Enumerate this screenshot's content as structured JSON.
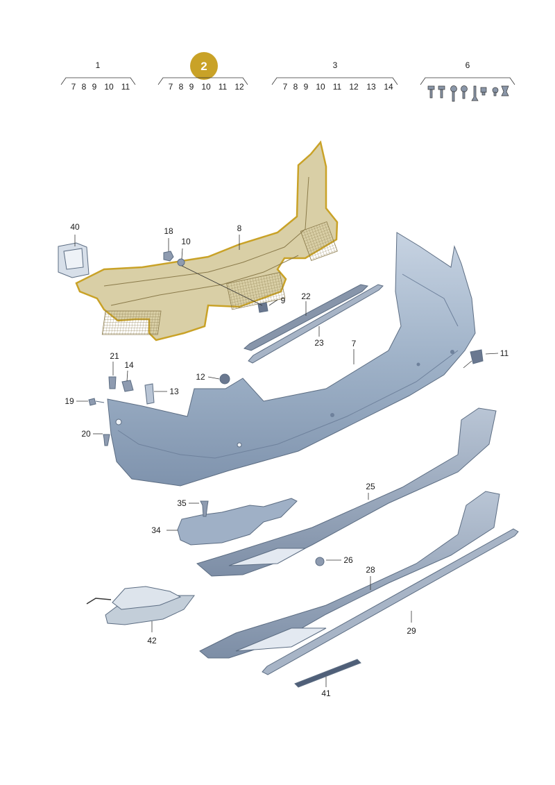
{
  "highlight_color": "#c9a227",
  "group_headers": [
    {
      "label": "1",
      "items": [
        "7",
        "8",
        "9",
        "10",
        "11"
      ]
    },
    {
      "label": "2",
      "items": [
        "7",
        "8",
        "9",
        "10",
        "11",
        "12"
      ],
      "highlighted": true
    },
    {
      "label": "3",
      "items": [
        "7",
        "8",
        "9",
        "10",
        "11",
        "12",
        "13",
        "14"
      ]
    },
    {
      "label": "6",
      "items": [],
      "icon": "screw-set-icon"
    }
  ],
  "callouts": {
    "c7": "7",
    "c8": "8",
    "c9": "9",
    "c10": "10",
    "c11": "11",
    "c12": "12",
    "c13": "13",
    "c14": "14",
    "c18": "18",
    "c19": "19",
    "c20": "20",
    "c21": "21",
    "c22": "22",
    "c23": "23",
    "c25": "25",
    "c26": "26",
    "c28": "28",
    "c29": "29",
    "c34": "34",
    "c35": "35",
    "c40": "40",
    "c41": "41",
    "c42": "42"
  }
}
